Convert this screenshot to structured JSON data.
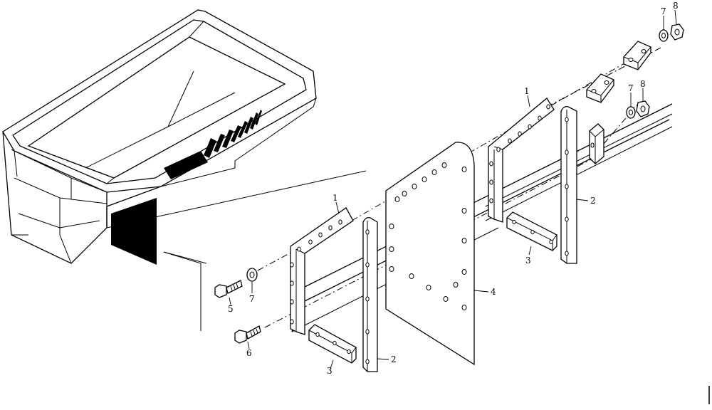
{
  "diagram": {
    "callouts": {
      "c1a": "1",
      "c1b": "1",
      "c2a": "2",
      "c2b": "2",
      "c3a": "3",
      "c3b": "3",
      "c4": "4",
      "c5": "5",
      "c6": "6",
      "c7a": "7",
      "c7b": "7",
      "c7c": "7",
      "c8a": "8",
      "c8b": "8"
    }
  }
}
